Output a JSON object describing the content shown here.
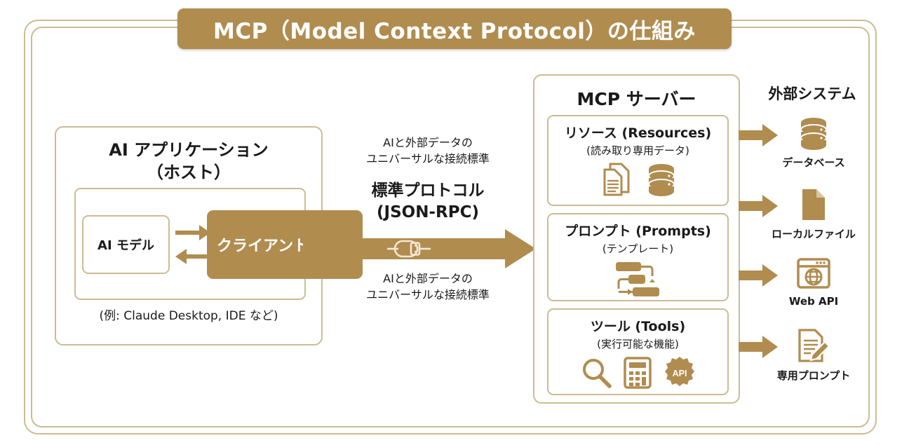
{
  "title": "MCP（Model Context Protocol）の仕組み",
  "host": {
    "title_line1": "AI アプリケーション",
    "title_line2": "（ホスト）",
    "ai_model_label": "AI モデル",
    "client_label": "クライアント",
    "note": "(例: Claude Desktop, IDE など)",
    "exchange_icon": "bidirectional-arrows-icon"
  },
  "center": {
    "caption_top_line1": "AIと外部データの",
    "caption_top_line2": "ユニバーサルな接続標準",
    "protocol_line1": "標準プロトコル",
    "protocol_line2": "(JSON-RPC)",
    "caption_bottom_line1": "AIと外部データの",
    "caption_bottom_line2": "ユニバーサルな接続標準",
    "arrow_icon": "plug-connector-icon"
  },
  "server": {
    "title": "MCP サーバー",
    "cards": [
      {
        "title": "リソース (Resources)",
        "subtitle": "(読み取り専用データ)",
        "icons": [
          "documents-stack-icon",
          "database-icon"
        ]
      },
      {
        "title": "プロンプト (Prompts)",
        "subtitle": "(テンプレート)",
        "icons": [
          "flowchart-icon"
        ]
      },
      {
        "title": "ツール (Tools)",
        "subtitle": "(実行可能な機能)",
        "icons": [
          "magnifier-icon",
          "calculator-icon",
          "api-gear-icon"
        ]
      }
    ]
  },
  "external": {
    "title": "外部システム",
    "items": [
      {
        "label": "データベース",
        "icon": "database-icon"
      },
      {
        "label": "ローカルファイル",
        "icon": "file-icon"
      },
      {
        "label": "Web API",
        "icon": "web-browser-globe-icon"
      },
      {
        "label": "専用プロンプト",
        "icon": "document-pencil-icon"
      }
    ]
  },
  "colors": {
    "gold": "#b08c4f",
    "light_gold_border": "#cdbb94",
    "icon_gold": "#b08c4f",
    "background": "#ffffff",
    "text": "#1a1a1a"
  }
}
